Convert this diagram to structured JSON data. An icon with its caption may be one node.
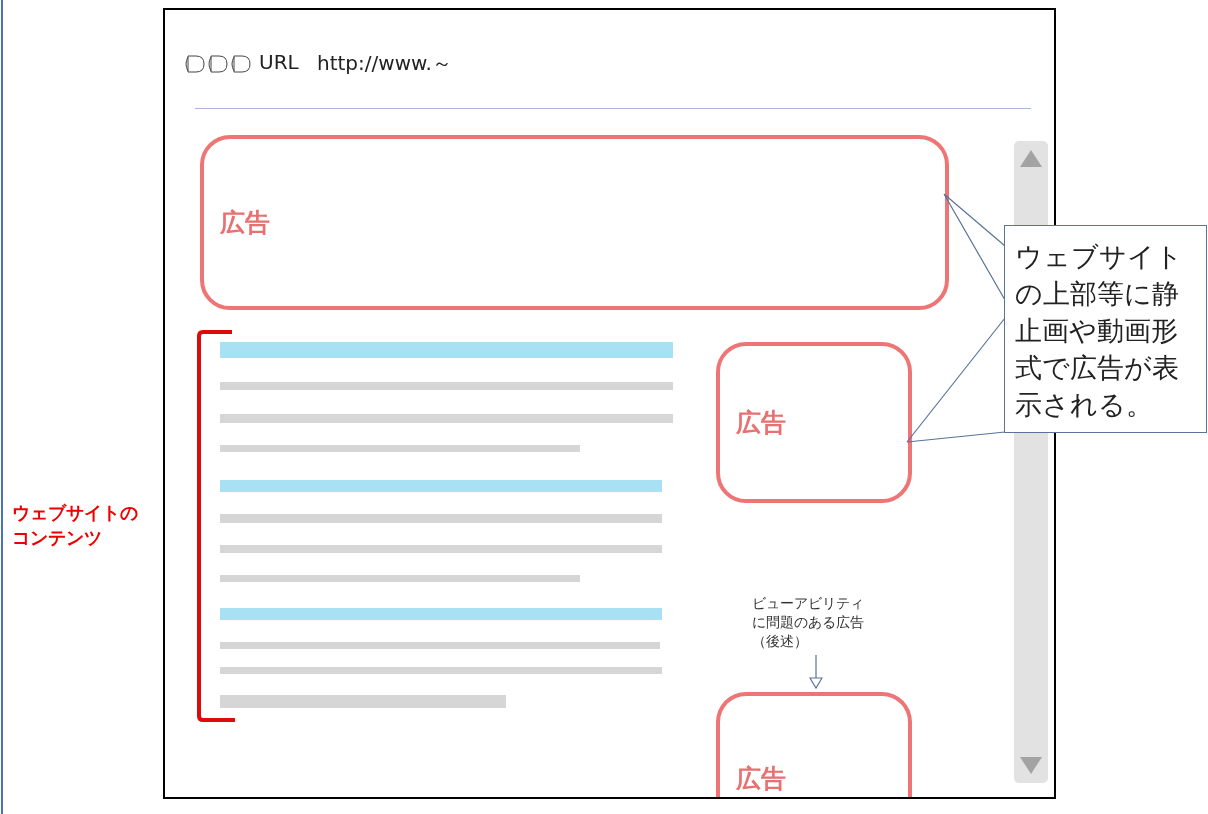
{
  "diagram": {
    "nodes": [
      {
        "text": [],
        "shape": "box"
      },
      {
        "text": [
          "広告"
        ],
        "in": 0
      },
      {
        "text": [
          "広告"
        ],
        "in": 0
      },
      {
        "text": [
          "広告"
        ],
        "in": 0
      },
      {
        "text": [
          "ウェブサイトの上部等に静止画や動画形式で広告が表示される。"
        ]
      },
      {
        "text": [
          "ビューアビリティに問題のある広告（後述）"
        ],
        "in": 0
      }
    ],
    "edges": [
      {
        "from": 4,
        "to": 1,
        "arrow": "none"
      },
      {
        "from": 4,
        "to": 2,
        "arrow": "none"
      },
      {
        "from": 5,
        "to": 3,
        "arrow": "to"
      }
    ],
    "labels": [
      "URL",
      "http://www.～",
      "ウェブサイトのコンテンツ"
    ]
  }
}
